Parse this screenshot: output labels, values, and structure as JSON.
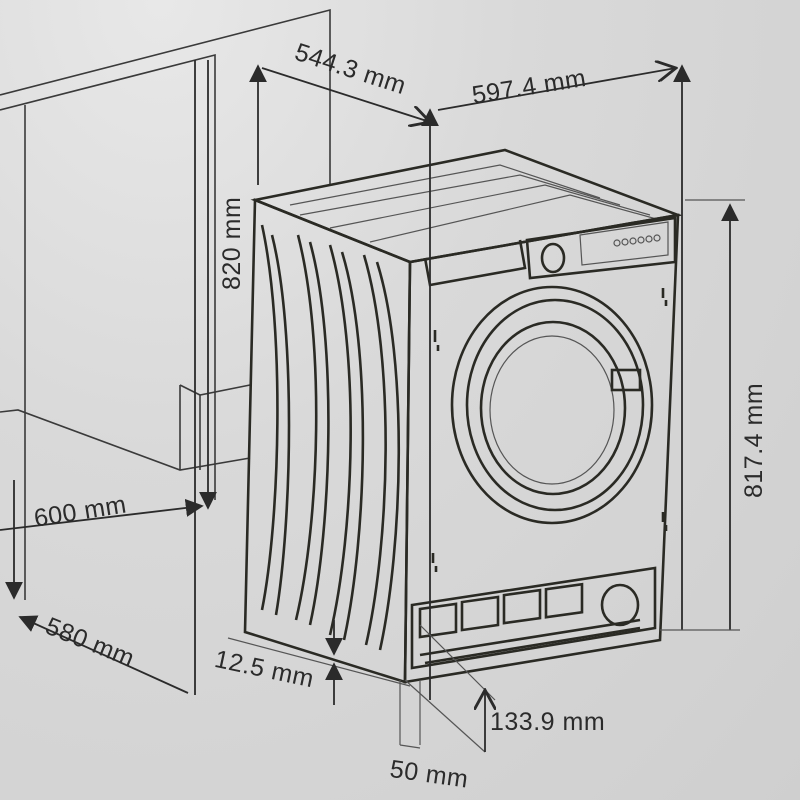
{
  "diagram": {
    "subject": "Built-in washing machine installation dimensions",
    "colors": {
      "background": "#d6d6d6",
      "line": "#2b2b2b"
    },
    "dimensions": {
      "depth_machine": "544.3 mm",
      "width_machine": "597.4 mm",
      "height_niche": "820 mm",
      "height_machine": "817.4 mm",
      "niche_width": "600 mm",
      "niche_depth": "580 mm",
      "foot_height": "12.5 mm",
      "plinth_height": "133.9 mm",
      "door_offset": "50 mm"
    }
  }
}
